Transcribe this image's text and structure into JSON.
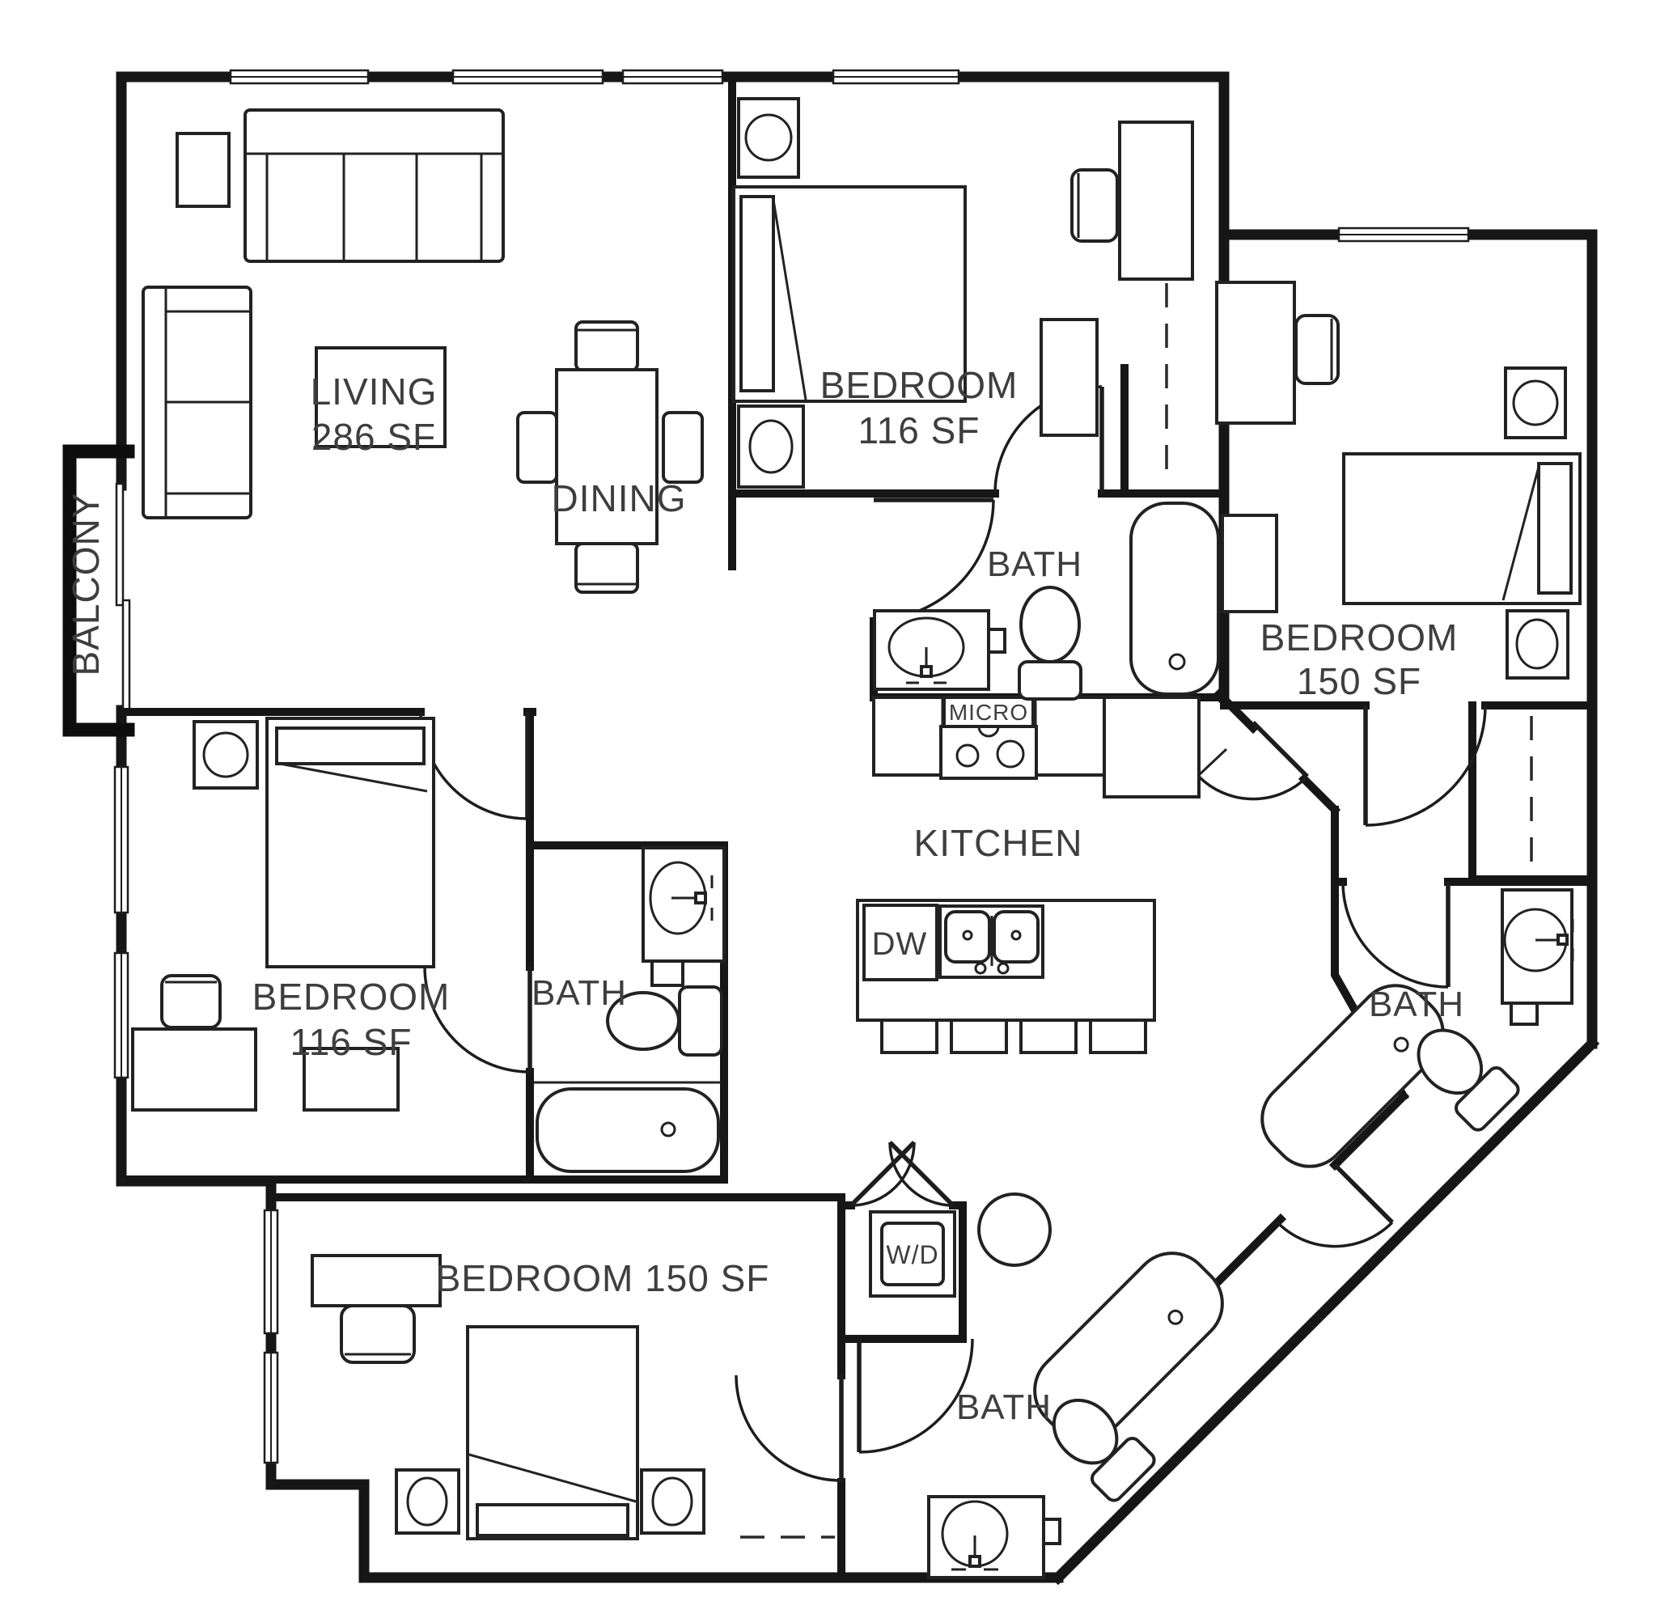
{
  "title": "Apartment floor plan - 4 bedroom unit",
  "colors": {
    "wall": "#161616",
    "label": "#3e3e3e",
    "background": "#ffffff"
  },
  "rooms": {
    "living": {
      "label": "LIVING",
      "area": "286 SF"
    },
    "dining": {
      "label": "DINING"
    },
    "balcony": {
      "label": "BALCONY"
    },
    "kitchen": {
      "label": "KITCHEN"
    },
    "bedroom_top": {
      "label": "BEDROOM",
      "area": "116 SF"
    },
    "bedroom_right": {
      "label": "BEDROOM",
      "area": "150 SF"
    },
    "bedroom_left": {
      "label": "BEDROOM",
      "area": "116 SF"
    },
    "bedroom_bottom": {
      "label": "BEDROOM 150 SF"
    },
    "bath_top": {
      "label": "BATH"
    },
    "bath_middle": {
      "label": "BATH"
    },
    "bath_right": {
      "label": "BATH"
    },
    "bath_bottom": {
      "label": "BATH"
    }
  },
  "appliances": {
    "microwave": "MICRO",
    "dishwasher": "DW",
    "washer_dryer": "W/D"
  }
}
